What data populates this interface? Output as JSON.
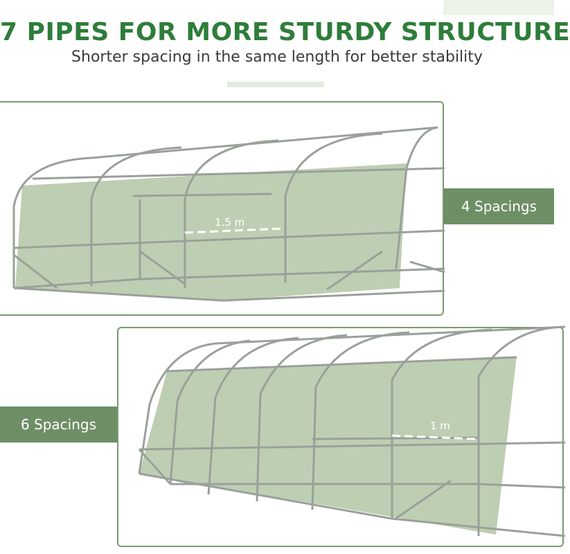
{
  "header": {
    "title": "7 PIPES FOR MORE STURDY STRUCTURE",
    "subtitle": "Shorter spacing in the same length for better stability"
  },
  "panels": {
    "top": {
      "label": "4 Spacings",
      "dimension": "1.5 m"
    },
    "bottom": {
      "label": "6 Spacings",
      "dimension": "1 m"
    }
  },
  "colors": {
    "title": "#2e7d3a",
    "label_bg": "#6e8f66",
    "cover_fill": "#a8bd98",
    "frame": "#9aa09a"
  }
}
